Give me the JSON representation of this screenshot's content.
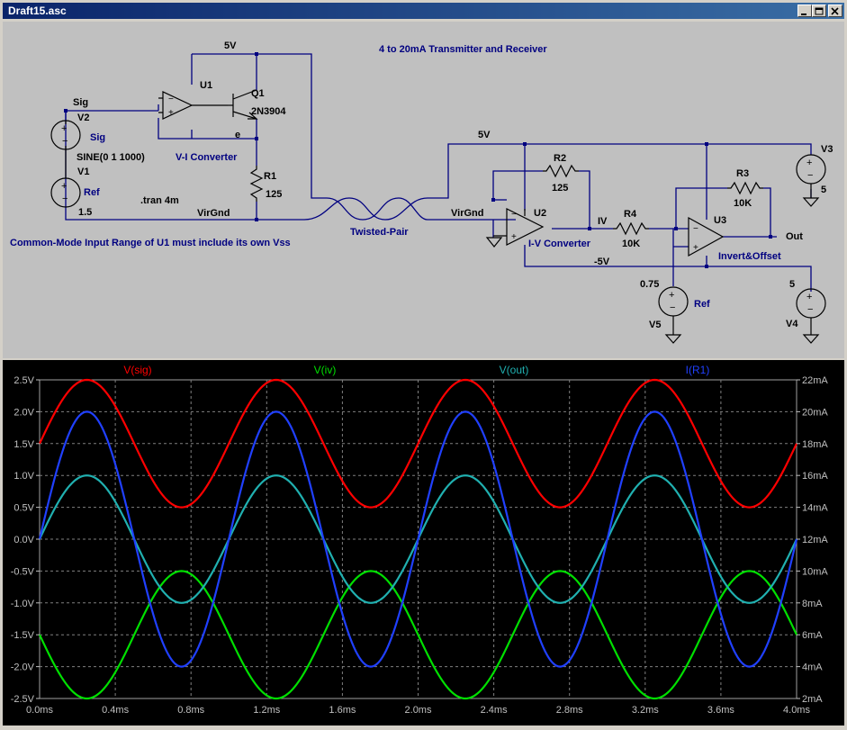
{
  "window": {
    "title": "Draft15.asc",
    "buttons": [
      "minimize",
      "maximize",
      "close"
    ]
  },
  "schematic": {
    "title": "4 to 20mA Transmitter and Receiver",
    "note": "Common-Mode Input Range of U1 must include its own Vss",
    "directive": ".tran 4m",
    "nets": {
      "sig": "Sig",
      "vcc_left": "5V",
      "vcc_right": "5V",
      "virgnd_left": "VirGnd",
      "virgnd_right": "VirGnd",
      "emitter": "e",
      "iv": "IV",
      "vneg": "-5V",
      "out": "Out"
    },
    "labels": {
      "twisted_pair": "Twisted-Pair",
      "vi_converter": "V-I Converter",
      "iv_converter": "I-V Converter",
      "invert_offset": "Invert&Offset",
      "sig_name": "Sig",
      "ref_left": "Ref",
      "ref_right": "Ref"
    },
    "components": {
      "V2": {
        "name": "V2",
        "value": "SINE(0 1 1000)"
      },
      "V1": {
        "name": "V1",
        "value": "1.5"
      },
      "U1": {
        "name": "U1"
      },
      "Q1": {
        "name": "Q1",
        "value": "2N3904"
      },
      "R1": {
        "name": "R1",
        "value": "125"
      },
      "U2": {
        "name": "U2"
      },
      "R2": {
        "name": "R2",
        "value": "125"
      },
      "R4": {
        "name": "R4",
        "value": "10K"
      },
      "U3": {
        "name": "U3"
      },
      "R3": {
        "name": "R3",
        "value": "10K"
      },
      "V3": {
        "name": "V3",
        "value": "5"
      },
      "V4": {
        "name": "V4",
        "value": "5"
      },
      "V5": {
        "name": "V5",
        "value": "0.75"
      }
    }
  },
  "colors": {
    "wire": "#000080",
    "label": "#000080",
    "component": "#000000",
    "plot_bg": "#000000",
    "grid": "#808080",
    "axis_text": "#c0c0c0"
  },
  "chart_data": {
    "type": "line",
    "xlabel": "",
    "x_ticks": [
      "0.0ms",
      "0.4ms",
      "0.8ms",
      "1.2ms",
      "1.6ms",
      "2.0ms",
      "2.4ms",
      "2.8ms",
      "3.2ms",
      "3.6ms",
      "4.0ms"
    ],
    "xlim": [
      0,
      4
    ],
    "y_left_ticks": [
      "2.5V",
      "2.0V",
      "1.5V",
      "1.0V",
      "0.5V",
      "0.0V",
      "-0.5V",
      "-1.0V",
      "-1.5V",
      "-2.0V",
      "-2.5V"
    ],
    "y_left_lim": [
      -2.5,
      2.5
    ],
    "y_right_ticks": [
      "22mA",
      "20mA",
      "18mA",
      "16mA",
      "14mA",
      "12mA",
      "10mA",
      "8mA",
      "6mA",
      "4mA",
      "2mA"
    ],
    "y_right_lim": [
      2,
      22
    ],
    "grid": true,
    "series": [
      {
        "name": "V(sig)",
        "color": "#ff0000",
        "axis": "left",
        "offset": 1.5,
        "amplitude": 1.0,
        "frequency_khz": 1
      },
      {
        "name": "V(iv)",
        "color": "#00e000",
        "axis": "left",
        "offset": -1.5,
        "amplitude": -1.0,
        "frequency_khz": 1
      },
      {
        "name": "V(out)",
        "color": "#20b0b0",
        "axis": "left",
        "offset": 0.0,
        "amplitude": 1.0,
        "frequency_khz": 1
      },
      {
        "name": "I(R1)",
        "color": "#2040ff",
        "axis": "right",
        "offset": 12,
        "amplitude": 8,
        "frequency_khz": 1
      }
    ]
  }
}
